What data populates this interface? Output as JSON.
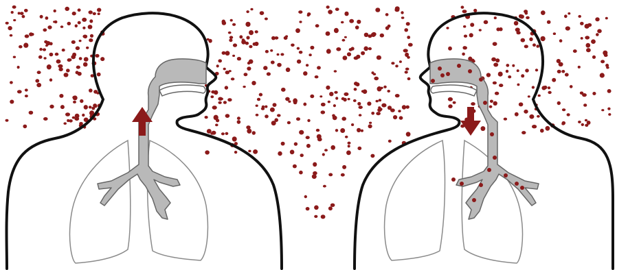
{
  "figures": [
    {
      "id": "left-person",
      "airflow": "exhale",
      "facing": "right"
    },
    {
      "id": "right-person",
      "airflow": "inhale",
      "facing": "left"
    }
  ],
  "colors": {
    "background": "#ffffff",
    "outline": "#111111",
    "lung_outline": "#8a8a8a",
    "airway_fill": "#b9b9b9",
    "droplet": "#8b1a1a",
    "arrow": "#8b1a1a"
  },
  "droplet_seed": 7
}
